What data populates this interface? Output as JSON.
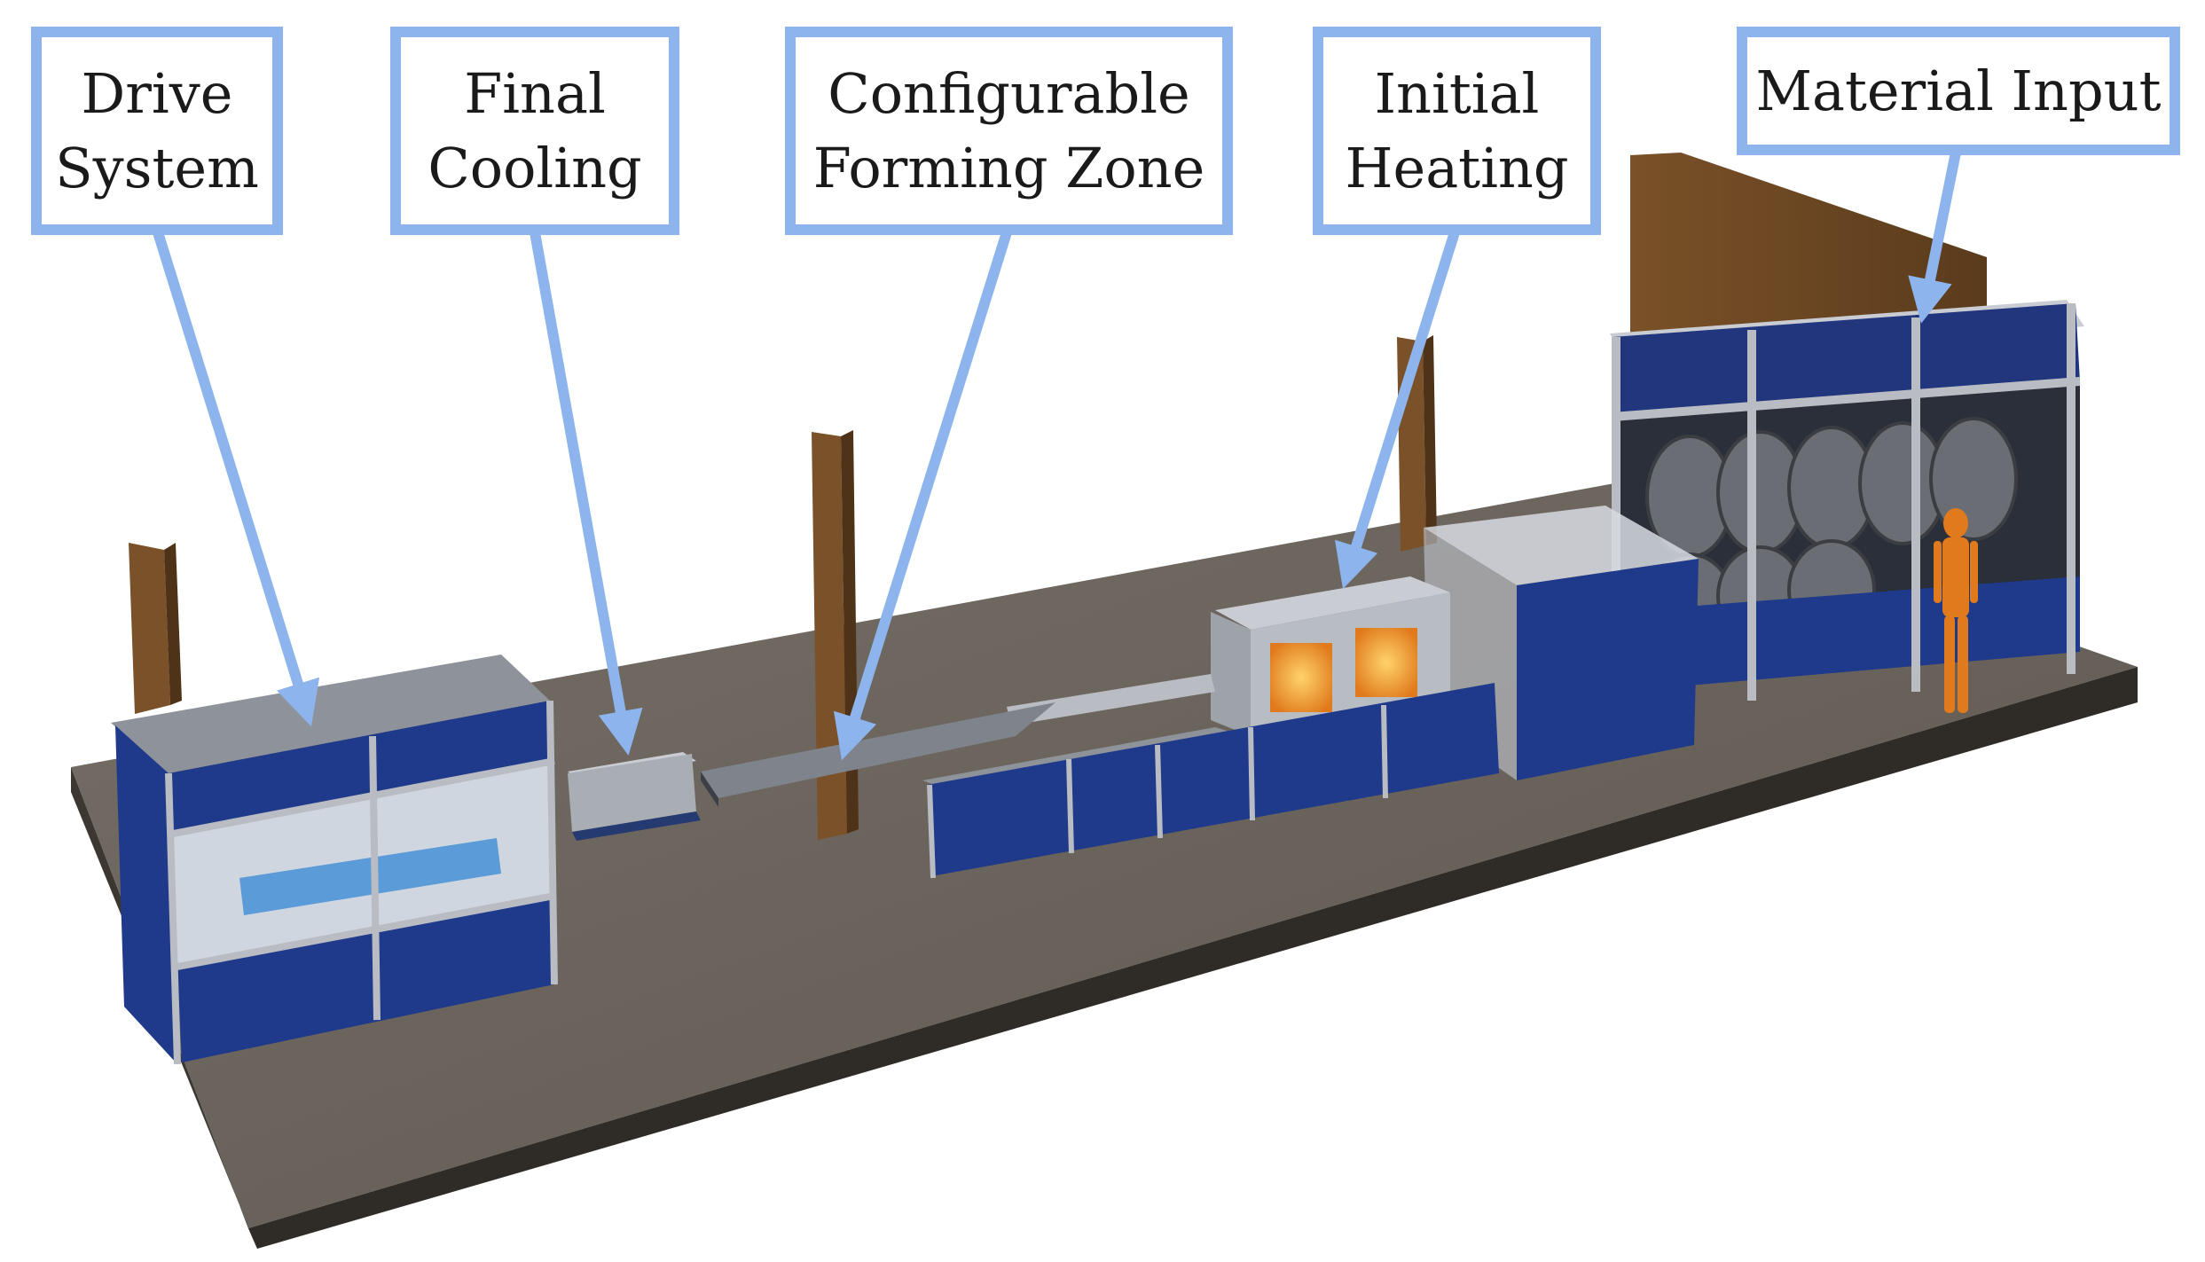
{
  "labels": {
    "drive_system": [
      "Drive",
      "System"
    ],
    "final_cooling": [
      "Final",
      "Cooling"
    ],
    "forming_zone": [
      "Configurable",
      "Forming Zone"
    ],
    "initial_heating": [
      "Initial",
      "Heating"
    ],
    "material_input": [
      "Material Input"
    ]
  },
  "colors": {
    "callout_border": "#8db4ec",
    "arrow": "#8db4ec",
    "floor_top": "#6b655e",
    "floor_side": "#3f3a34",
    "enclosure_blue": "#1f3a8a",
    "frame_gray": "#b9bcc2",
    "wood": "#6e4a24"
  },
  "icons": [
    "arrow-icon",
    "person-figure"
  ]
}
